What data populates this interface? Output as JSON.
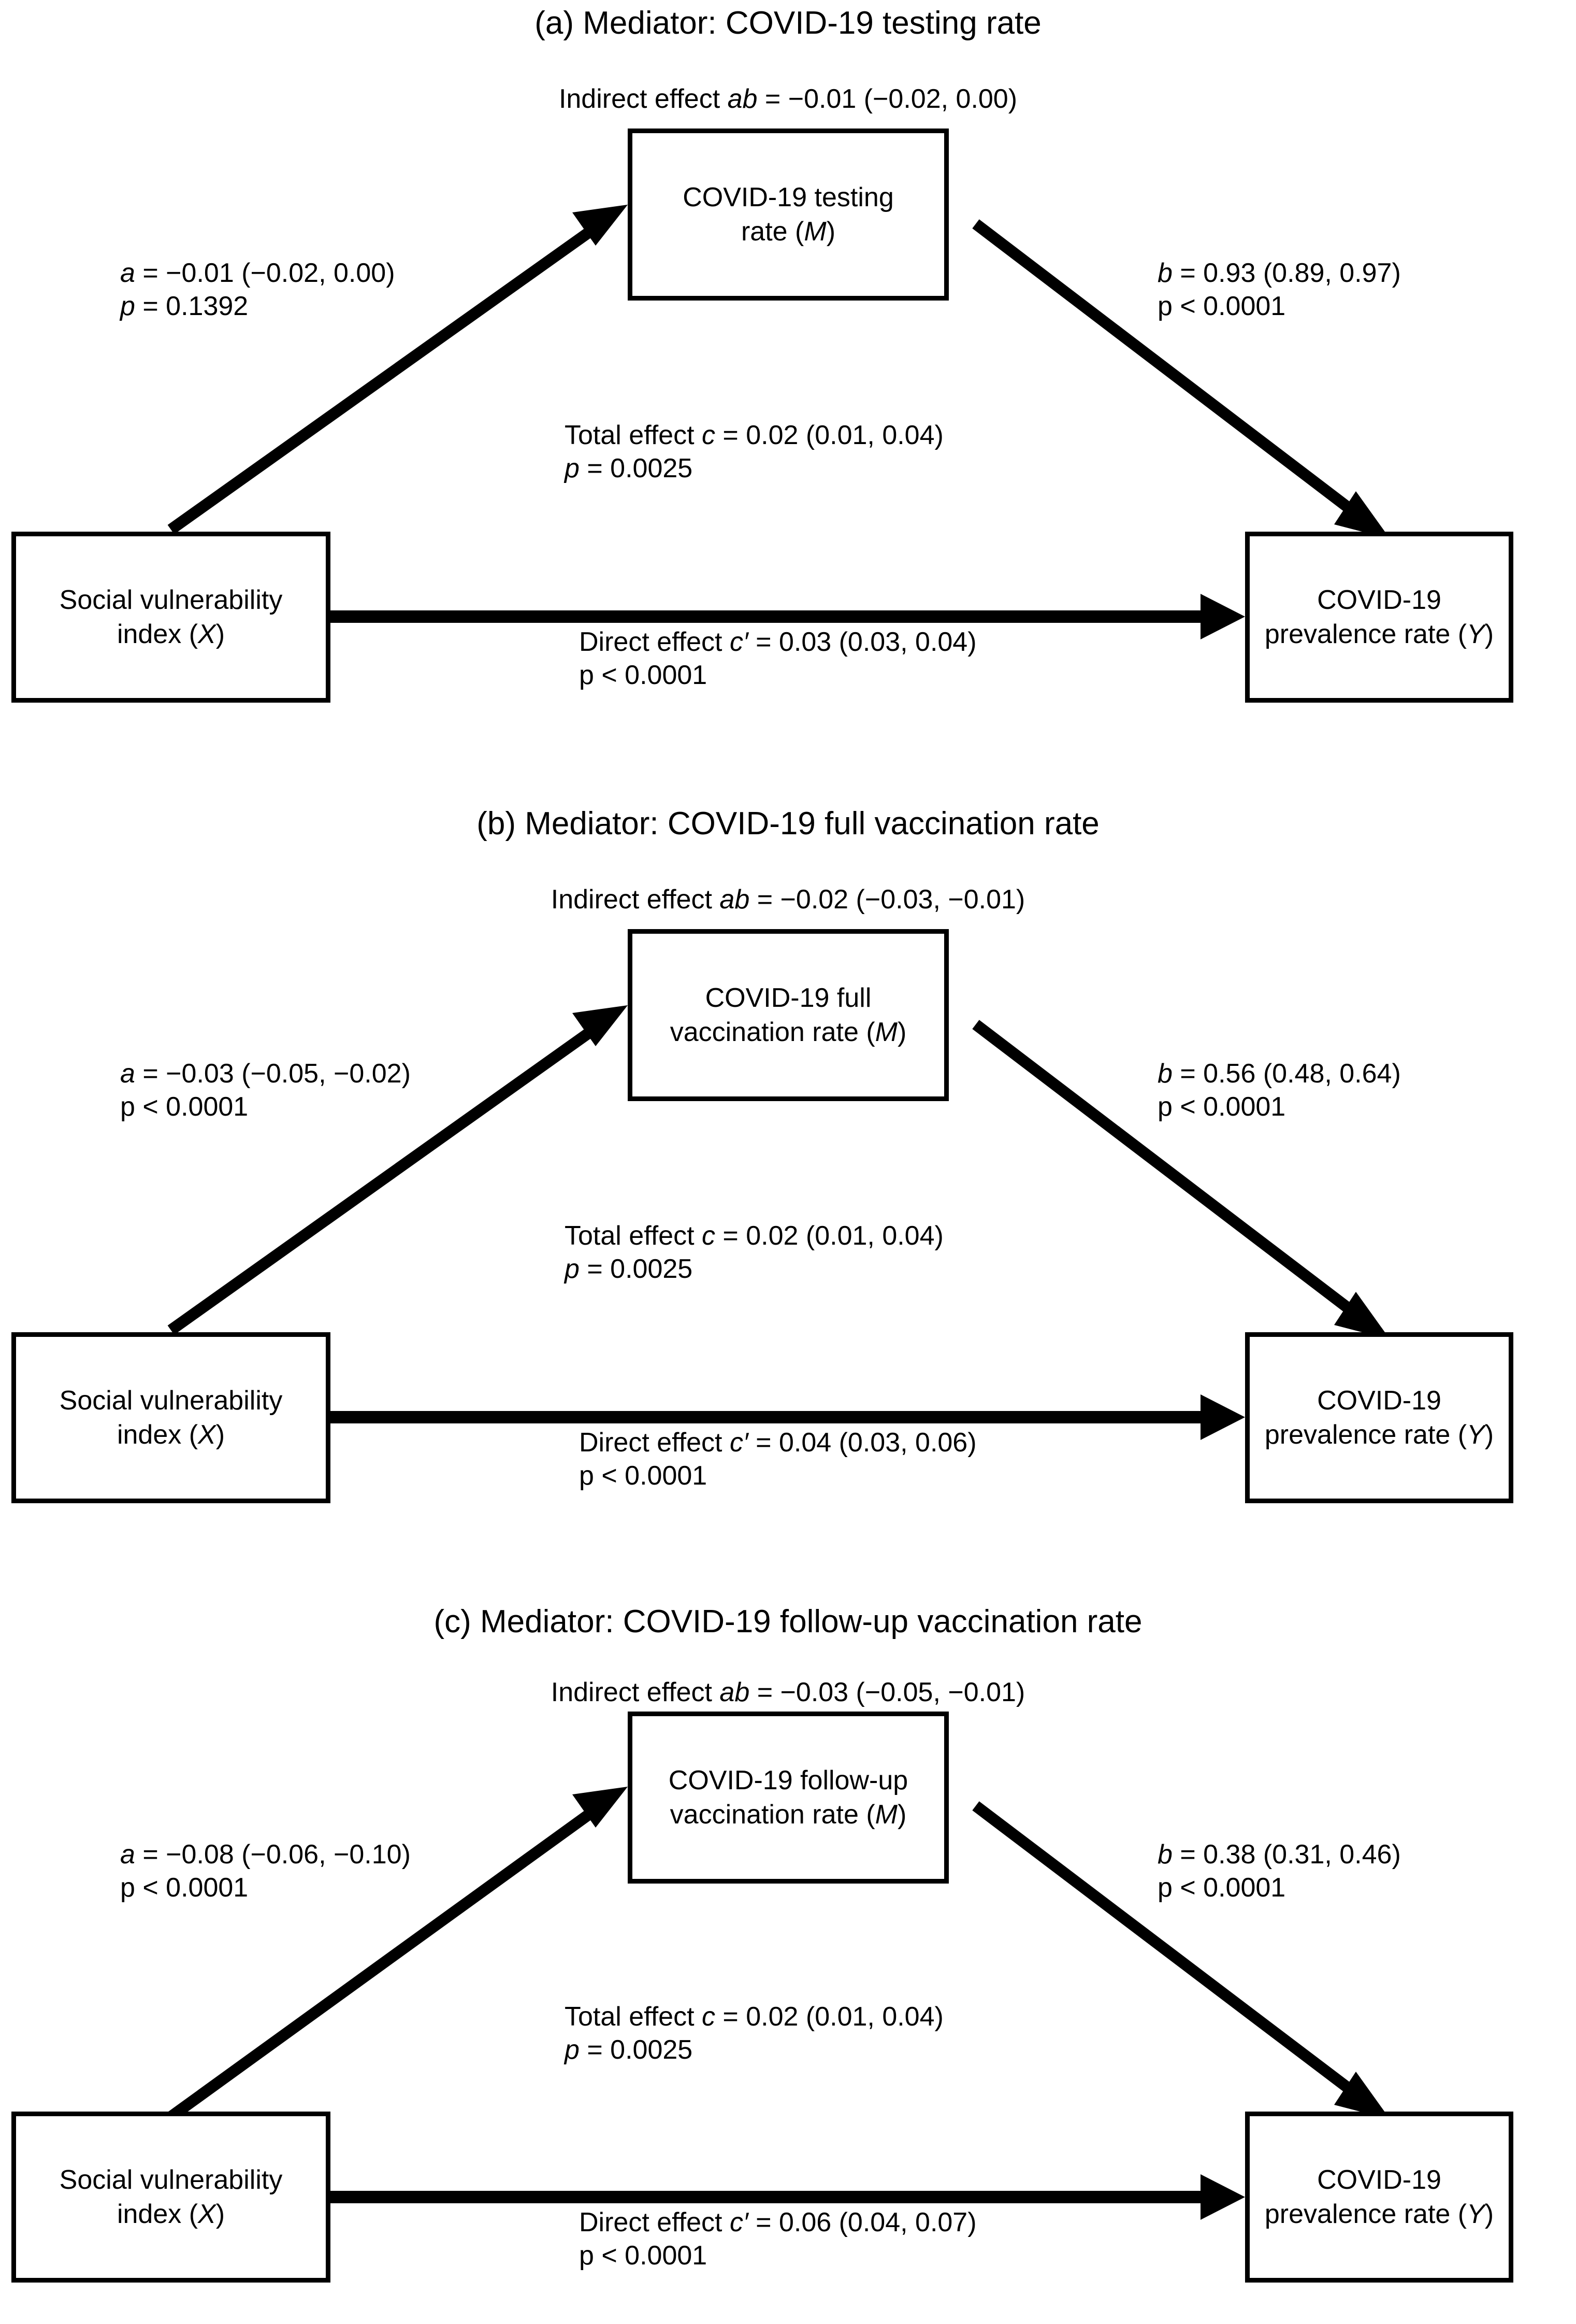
{
  "figure": {
    "type": "mediation-path-diagram",
    "panel_count": 3,
    "node_x_label_line1": "Social vulnerability",
    "node_x_label_line2": "index (X)",
    "node_y_label_line1": "COVID-19",
    "node_y_label_line2": "prevalence rate (Y)"
  },
  "panels": [
    {
      "id": "a",
      "title": "(a) Mediator: COVID-19 testing rate",
      "indirect": "Indirect effect ab = −0.01 (−0.02, 0.00)",
      "mediator_line1": "COVID-19 testing",
      "mediator_line2": "rate (M)",
      "x_line1": "Social vulnerability",
      "x_line2": "index (X)",
      "y_line1": "COVID-19",
      "y_line2": "prevalence rate (Y)",
      "a_coef": "a = −0.01 (−0.02, 0.00)",
      "a_p": "p = 0.1392",
      "b_coef": "b = 0.93 (0.89, 0.97)",
      "b_p": "p < 0.0001",
      "total": "Total effect c = 0.02 (0.01, 0.04)",
      "total_p": "p = 0.0025",
      "direct": "Direct effect c′ = 0.03 (0.03, 0.04)",
      "direct_p": "p < 0.0001"
    },
    {
      "id": "b",
      "title": "(b) Mediator: COVID-19 full vaccination rate",
      "indirect": "Indirect effect ab = −0.02 (−0.03, −0.01)",
      "mediator_line1": "COVID-19 full",
      "mediator_line2": "vaccination rate (M)",
      "x_line1": "Social vulnerability",
      "x_line2": "index (X)",
      "y_line1": "COVID-19",
      "y_line2": "prevalence rate (Y)",
      "a_coef": "a = −0.03 (−0.05, −0.02)",
      "a_p": "p < 0.0001",
      "b_coef": "b = 0.56 (0.48, 0.64)",
      "b_p": "p < 0.0001",
      "total": "Total effect c = 0.02 (0.01, 0.04)",
      "total_p": "p = 0.0025",
      "direct": "Direct effect c′ = 0.04 (0.03, 0.06)",
      "direct_p": "p < 0.0001"
    },
    {
      "id": "c",
      "title": "(c) Mediator: COVID-19 follow-up vaccination rate",
      "indirect": "Indirect effect ab = −0.03 (−0.05, −0.01)",
      "mediator_line1": "COVID-19 follow-up",
      "mediator_line2": "vaccination rate (M)",
      "x_line1": "Social vulnerability",
      "x_line2": "index (X)",
      "y_line1": "COVID-19",
      "y_line2": "prevalence rate (Y)",
      "a_coef": "a = −0.08 (−0.06, −0.10)",
      "a_p": "p < 0.0001",
      "b_coef": "b = 0.38 (0.31, 0.46)",
      "b_p": "p < 0.0001",
      "total": "Total effect c = 0.02 (0.01, 0.04)",
      "total_p": "p = 0.0025",
      "direct": "Direct effect c′ = 0.06 (0.04, 0.07)",
      "direct_p": "p < 0.0001"
    }
  ],
  "colors": {
    "stroke": "#000000",
    "background": "#ffffff",
    "text": "#000000"
  }
}
